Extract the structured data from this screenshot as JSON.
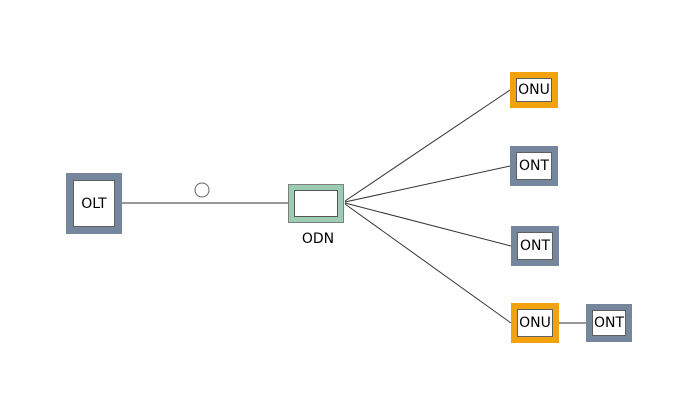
{
  "diagram": {
    "nodes": {
      "olt": {
        "label": "OLT"
      },
      "odn": {
        "caption": "ODN"
      },
      "onu_top": {
        "label": "ONU"
      },
      "ont_upper": {
        "label": "ONT"
      },
      "ont_lower": {
        "label": "ONT"
      },
      "onu_bottom": {
        "label": "ONU"
      },
      "ont_end": {
        "label": "ONT"
      }
    },
    "icons": {
      "fiber_loop": "open-circle-on-line"
    },
    "colors": {
      "background": "#ffffff",
      "slate_border": "#76879D",
      "orange_border": "#F2A20C",
      "odn_green_fill": "#9CCDB4",
      "connector_line": "#333333"
    }
  }
}
